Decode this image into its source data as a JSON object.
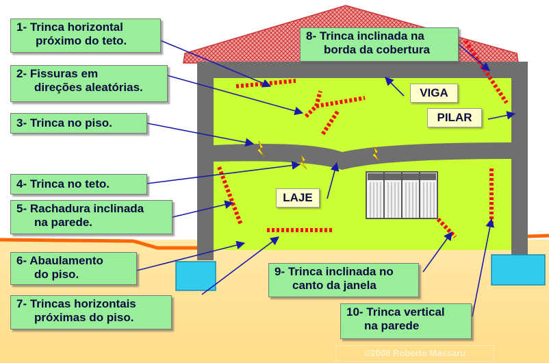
{
  "labels": {
    "l1": {
      "line1": "1- Trinca horizontal",
      "line2": "próximo do teto."
    },
    "l2": {
      "line1": "2- Fissuras em",
      "line2": "direções aleatórias."
    },
    "l3": {
      "line1": "3- Trinca no piso."
    },
    "l4": {
      "line1": "4- Trinca no teto."
    },
    "l5": {
      "line1": "5- Rachadura inclinada",
      "line2": "na parede."
    },
    "l6": {
      "line1": "6- Abaulamento",
      "line2": "do piso."
    },
    "l7": {
      "line1": "7- Trincas horizontais",
      "line2": "próximas do piso."
    },
    "l8": {
      "line1": "8- Trinca inclinada na",
      "line2": "borda da cobertura"
    },
    "l9": {
      "line1": "9- Trinca inclinada no",
      "line2": "canto da janela"
    },
    "l10": {
      "line1": "10- Trinca vertical",
      "line2": "na parede"
    }
  },
  "tags": {
    "viga": "VIGA",
    "pilar": "PILAR",
    "laje": "LAJE"
  },
  "credits": {
    "vertical": "©2008 Roberto Massaru",
    "bottom": "©2008 Roberto Massaru"
  },
  "colors": {
    "wall": "#ccff33",
    "ground": "#ffe699",
    "concrete": "#6f6f6f",
    "roof": "#ee8888",
    "crack": "#ee1111",
    "label_box": "#99ee99",
    "tag_box": "#ffffcc",
    "foundation": "#33ccee",
    "ground_line": "#ff6600",
    "arrow": "#1a1aaa"
  }
}
